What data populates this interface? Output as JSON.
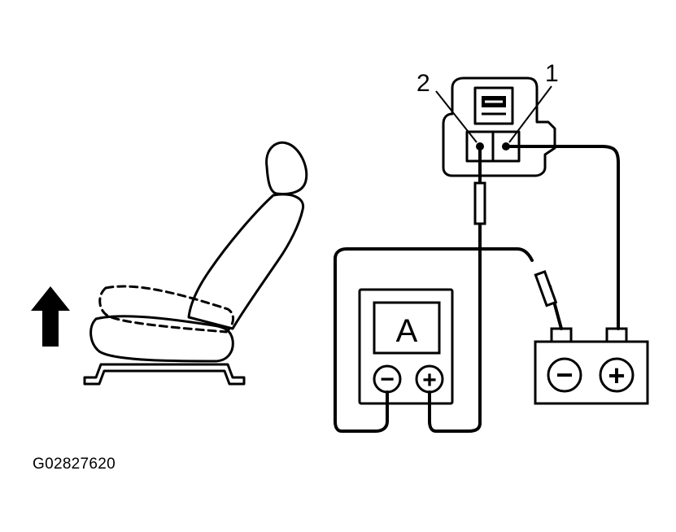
{
  "labels": {
    "terminal_2": "2",
    "terminal_1": "1",
    "ammeter_letter": "A",
    "ammeter_minus": "−",
    "ammeter_plus": "+",
    "battery_minus": "−",
    "battery_plus": "+"
  },
  "caption": "G02827620",
  "colors": {
    "ink": "#000000",
    "paper": "#ffffff"
  },
  "icons": {
    "direction_arrow": "up-arrow-icon"
  }
}
